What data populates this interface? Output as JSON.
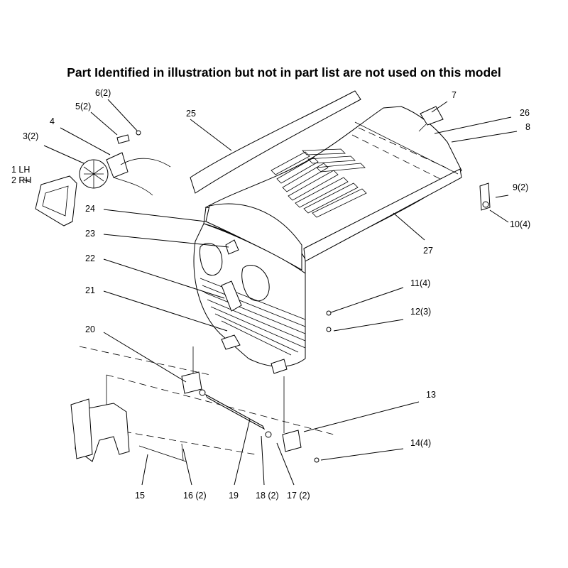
{
  "title": "Part Identified in illustration but not in part list are not used on this model",
  "callouts": [
    {
      "id": "c1",
      "text": "1 LH"
    },
    {
      "id": "c1b",
      "text": "2 RH"
    },
    {
      "id": "c3",
      "text": "3(2)"
    },
    {
      "id": "c4",
      "text": "4"
    },
    {
      "id": "c5",
      "text": "5(2)"
    },
    {
      "id": "c6",
      "text": "6(2)"
    },
    {
      "id": "c7",
      "text": "7"
    },
    {
      "id": "c8",
      "text": "8"
    },
    {
      "id": "c9",
      "text": "9(2)"
    },
    {
      "id": "c10",
      "text": "10(4)"
    },
    {
      "id": "c11",
      "text": "11(4)"
    },
    {
      "id": "c12",
      "text": "12(3)"
    },
    {
      "id": "c13",
      "text": "13"
    },
    {
      "id": "c14",
      "text": "14(4)"
    },
    {
      "id": "c15",
      "text": "15"
    },
    {
      "id": "c16",
      "text": "16 (2)"
    },
    {
      "id": "c17",
      "text": "17 (2)"
    },
    {
      "id": "c18",
      "text": "18 (2)"
    },
    {
      "id": "c19",
      "text": "19"
    },
    {
      "id": "c20",
      "text": "20"
    },
    {
      "id": "c21",
      "text": "21"
    },
    {
      "id": "c22",
      "text": "22"
    },
    {
      "id": "c23",
      "text": "23"
    },
    {
      "id": "c24",
      "text": "24"
    },
    {
      "id": "c25",
      "text": "25"
    },
    {
      "id": "c26",
      "text": "26"
    },
    {
      "id": "c27",
      "text": "27"
    }
  ]
}
